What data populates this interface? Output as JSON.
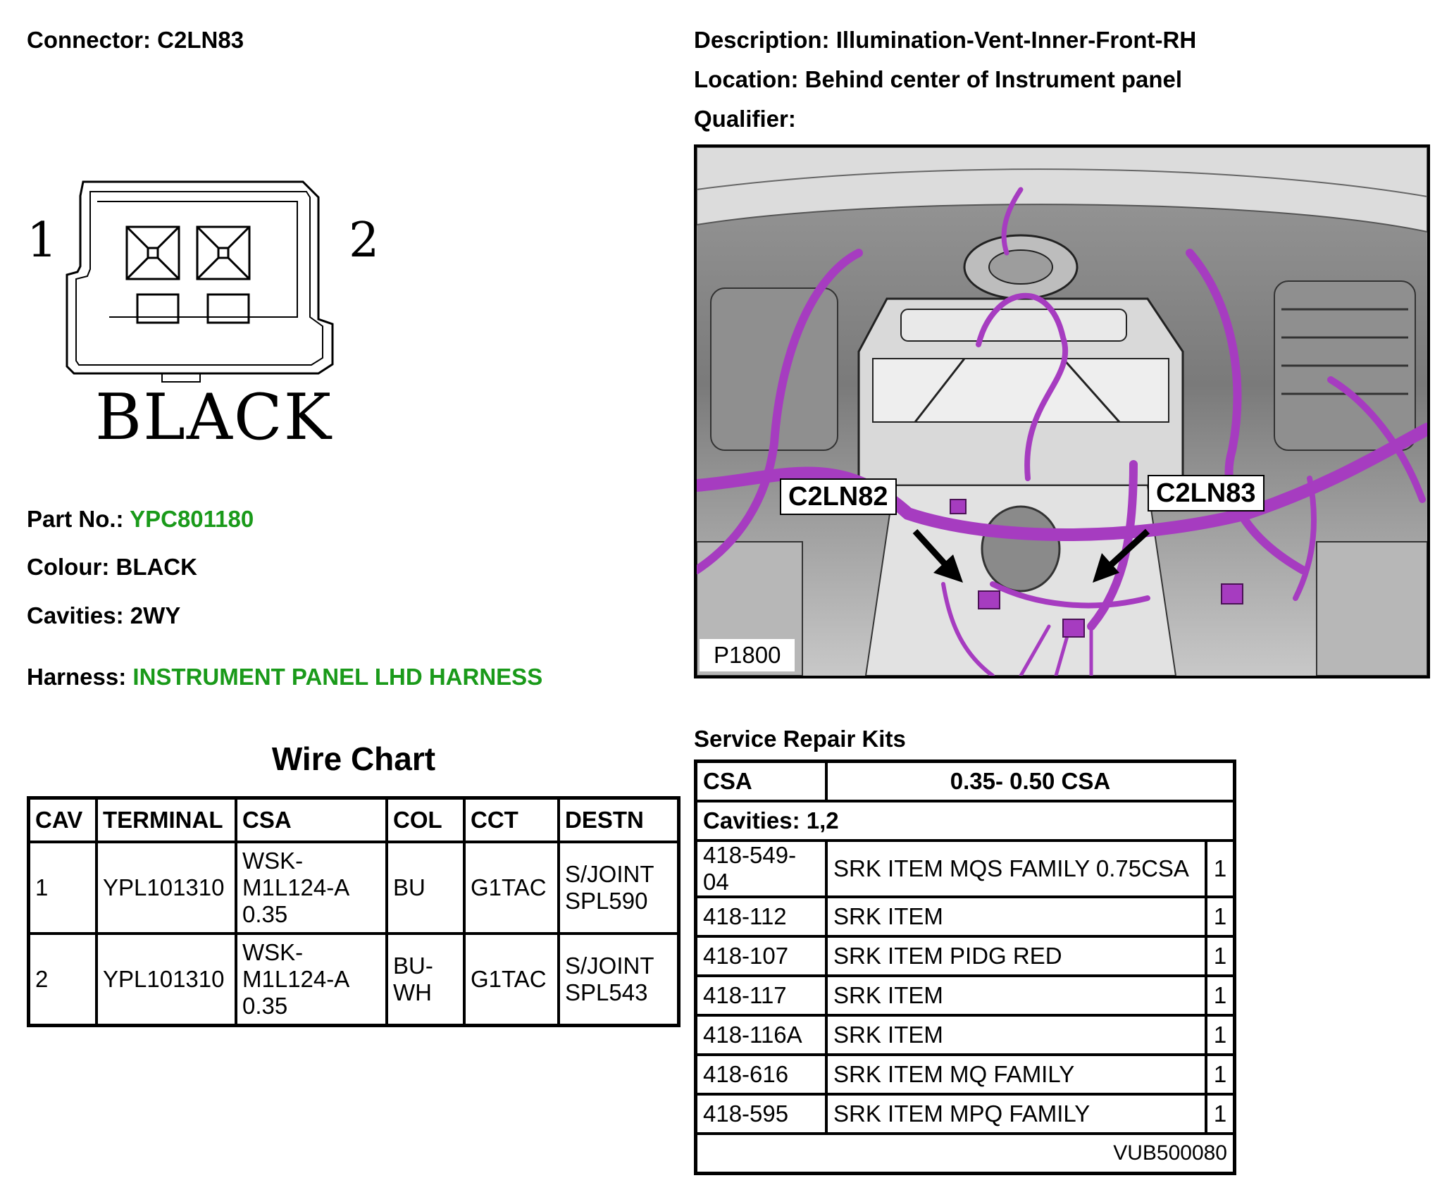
{
  "header": {
    "connector_label": "Connector:",
    "connector_value": "C2LN83",
    "description_label": "Description:",
    "description_value": "Illumination-Vent-Inner-Front-RH",
    "location_label": "Location:",
    "location_value": "Behind center of Instrument panel",
    "qualifier_label": "Qualifier:"
  },
  "connector_drawing": {
    "pin_left": "1",
    "pin_right": "2",
    "colour_text": "BLACK"
  },
  "details": {
    "part_label": "Part No.:",
    "part_value": "YPC801180",
    "colour_label": "Colour:",
    "colour_value": "BLACK",
    "cavities_label": "Cavities:",
    "cavities_value": "2WY",
    "harness_label": "Harness:",
    "harness_value": "INSTRUMENT PANEL LHD HARNESS",
    "link_color": "#1a9a1a"
  },
  "photo": {
    "callout_left": "C2LN82",
    "callout_right": "C2LN83",
    "figure_id": "P1800",
    "harness_color": "#a63cc0"
  },
  "wire_chart": {
    "title": "Wire Chart",
    "headers": [
      "CAV",
      "TERMINAL",
      "CSA",
      "COL",
      "CCT",
      "DESTN"
    ],
    "rows": [
      {
        "cav": "1",
        "terminal": "YPL101310",
        "csa_1": "WSK-",
        "csa_2": "M1L124-A",
        "csa_3": "0.35",
        "col_1": "BU",
        "col_2": "",
        "cct": "G1TAC",
        "destn_1": "S/JOINT",
        "destn_2": "SPL590"
      },
      {
        "cav": "2",
        "terminal": "YPL101310",
        "csa_1": "WSK-",
        "csa_2": "M1L124-A",
        "csa_3": "0.35",
        "col_1": "BU-",
        "col_2": "WH",
        "cct": "G1TAC",
        "destn_1": "S/JOINT",
        "destn_2": "SPL543"
      }
    ]
  },
  "srk": {
    "title": "Service Repair Kits",
    "csa_label": "CSA",
    "csa_value": "0.35- 0.50 CSA",
    "cavities": "Cavities: 1,2",
    "items": [
      {
        "code": "418-549-04",
        "name": "SRK ITEM MQS FAMILY 0.75CSA",
        "qty": "1"
      },
      {
        "code": "418-112",
        "name": "SRK ITEM",
        "qty": "1"
      },
      {
        "code": "418-107",
        "name": "SRK ITEM PIDG RED",
        "qty": "1"
      },
      {
        "code": "418-117",
        "name": "SRK ITEM",
        "qty": "1"
      },
      {
        "code": "418-116A",
        "name": "SRK ITEM",
        "qty": "1"
      },
      {
        "code": "418-616",
        "name": "SRK ITEM MQ FAMILY",
        "qty": "1"
      },
      {
        "code": "418-595",
        "name": "SRK ITEM MPQ FAMILY",
        "qty": "1"
      }
    ],
    "footer_code": "VUB500080"
  }
}
